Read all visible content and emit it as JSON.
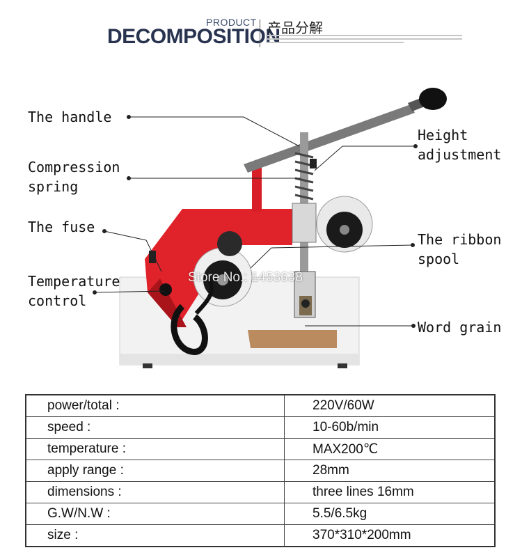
{
  "header": {
    "product": "PRODUCT",
    "decomposition": "DECOMPOSITION",
    "chinese_title": "产品分解"
  },
  "labels": {
    "handle": "The handle",
    "compression": "Compression\nspring",
    "fuse": "The fuse",
    "temperature": "Temperature\ncontrol",
    "height": "Height\nadjustment",
    "ribbon": "The ribbon\nspool",
    "word_grain": "Word grain"
  },
  "watermark": "Store No.: 1453638",
  "specs": [
    {
      "name": "power/total  :",
      "value": "220V/60W"
    },
    {
      "name": "speed  :",
      "value": "10-60b/min"
    },
    {
      "name": "temperature  :",
      "value": "MAX200℃"
    },
    {
      "name": "apply range   :",
      "value": "28mm"
    },
    {
      "name": "dimensions    :",
      "value": "three lines 16mm"
    },
    {
      "name": "G.W/N.W        :",
      "value": "5.5/6.5kg"
    },
    {
      "name": "size  :",
      "value": "370*310*200mm"
    }
  ],
  "colors": {
    "machine_red": "#e0222a",
    "base_white": "#f2f2f2",
    "label_text": "#111111",
    "header_navy": "#28334f"
  }
}
